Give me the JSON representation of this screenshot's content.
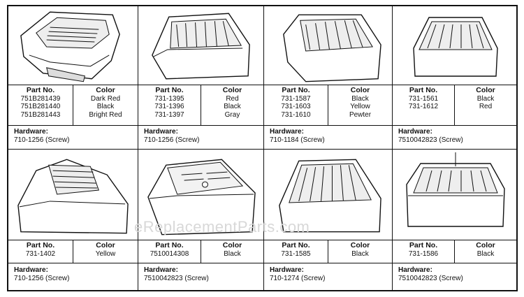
{
  "labels": {
    "part_no": "Part No.",
    "color": "Color",
    "hardware": "Hardware:"
  },
  "watermark": "eReplacementParts.com",
  "cells": [
    {
      "parts": [
        "751B281439",
        "751B281440",
        "751B281443"
      ],
      "colors": [
        "Dark Red",
        "Black",
        "Bright Red"
      ],
      "hardware": "710-1256 (Screw)"
    },
    {
      "parts": [
        "731-1395",
        "731-1396",
        "731-1397"
      ],
      "colors": [
        "Red",
        "Black",
        "Gray"
      ],
      "hardware": "710-1256 (Screw)"
    },
    {
      "parts": [
        "731-1587",
        "731-1603",
        "731-1610"
      ],
      "colors": [
        "Black",
        "Yellow",
        "Pewter"
      ],
      "hardware": "710-1184 (Screw)"
    },
    {
      "parts": [
        "731-1561",
        "731-1612"
      ],
      "colors": [
        "Black",
        "Red"
      ],
      "hardware": "7510042823 (Screw)"
    },
    {
      "parts": [
        "731-1402"
      ],
      "colors": [
        "Yellow"
      ],
      "hardware": "710-1256 (Screw)"
    },
    {
      "parts": [
        "7510014308"
      ],
      "colors": [
        "Black"
      ],
      "hardware": "7510042823 (Screw)"
    },
    {
      "parts": [
        "731-1585"
      ],
      "colors": [
        "Black"
      ],
      "hardware": "710-1274 (Screw)"
    },
    {
      "parts": [
        "731-1586"
      ],
      "colors": [
        "Black"
      ],
      "hardware": "7510042823 (Screw)"
    }
  ]
}
